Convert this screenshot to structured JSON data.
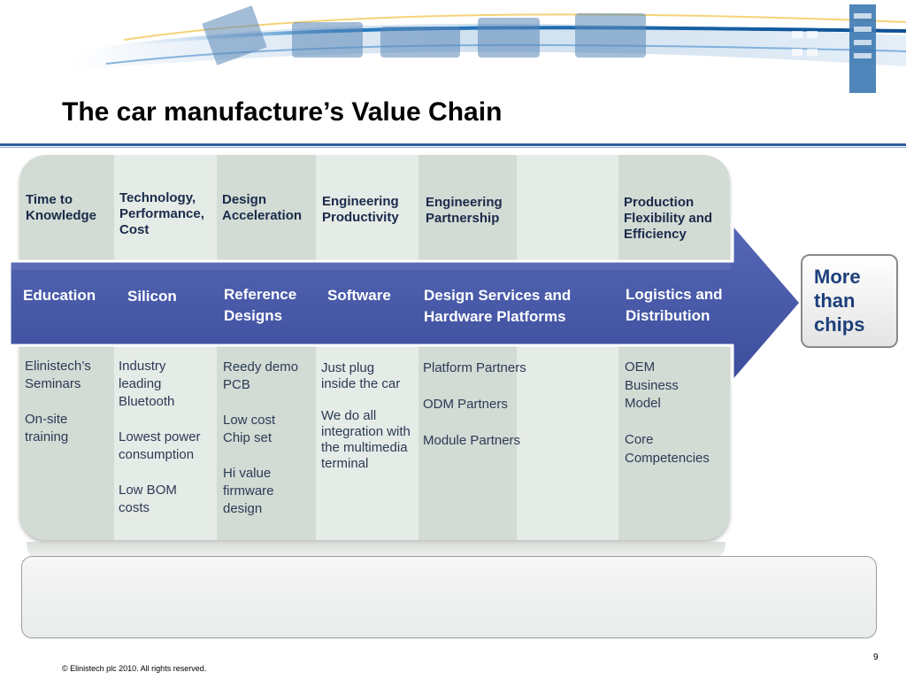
{
  "title": "The car manufacture’s Value Chain",
  "columns": [
    {
      "benefit": "Time to\nKnowledge",
      "offering": "Education",
      "details": "Elinistech’s\nSeminars\n\nOn-site\ntraining"
    },
    {
      "benefit": "Technology,\nPerformance,\nCost",
      "offering": "Silicon",
      "details": "Industry\nleading\nBluetooth\n\nLowest power\nconsumption\n\nLow BOM\ncosts"
    },
    {
      "benefit": "Design\nAcceleration",
      "offering": "Reference\nDesigns",
      "details": "Reedy demo\nPCB\n\nLow cost\nChip set\n\nHi value\nfirmware\ndesign"
    },
    {
      "benefit": "Engineering\nProductivity",
      "offering": "Software",
      "details": "Just plug\ninside the car\n\nWe do all\nintegration with\nthe multimedia\nterminal"
    },
    {
      "benefit": "Engineering\nPartnership",
      "offering": "Design Services and\nHardware Platforms",
      "details": "Platform Partners\n\nODM Partners\n\nModule Partners"
    },
    {
      "benefit": "Production\nFlexibility and\nEfficiency",
      "offering": "Logistics and\nDistribution",
      "details": "OEM\nBusiness\nModel\n\nCore\nCompetencies"
    }
  ],
  "callout": "More\nthan\nchips",
  "footer": {
    "copyright": "© Elinistech plc 2010.  All rights reserved.",
    "page_number": "9"
  },
  "colors": {
    "arrow_fill": "#4556a8",
    "title_rule": "#2c5f9e",
    "panel": "#d2dbd4"
  }
}
